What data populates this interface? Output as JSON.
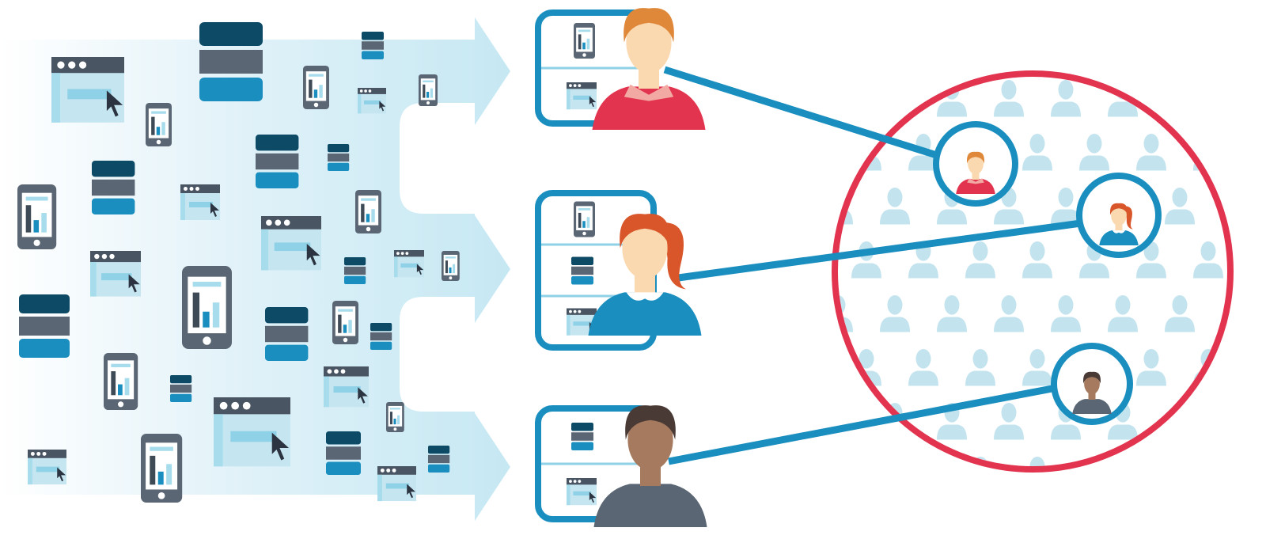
{
  "colors": {
    "primary_blue": "#1a8fbf",
    "dark_navy": "#0d4a66",
    "slate": "#5a6673",
    "light_blue": "#a6dcec",
    "pale_blue": "#c5e6f1",
    "crowd_blue": "#c3e4ef",
    "accent_red": "#e2344f",
    "hair_orange": "#e0883a",
    "hair_red": "#d9552a",
    "skin": "#fbd9b0",
    "skin_dark": "#a57a5e"
  },
  "groups": [
    {
      "id": "user-1",
      "shirt": "red",
      "devices": [
        "phone",
        "browser"
      ]
    },
    {
      "id": "user-2",
      "shirt": "blue",
      "devices": [
        "phone",
        "server",
        "browser"
      ]
    },
    {
      "id": "user-3",
      "shirt": "gray",
      "devices": [
        "server",
        "browser"
      ]
    }
  ]
}
